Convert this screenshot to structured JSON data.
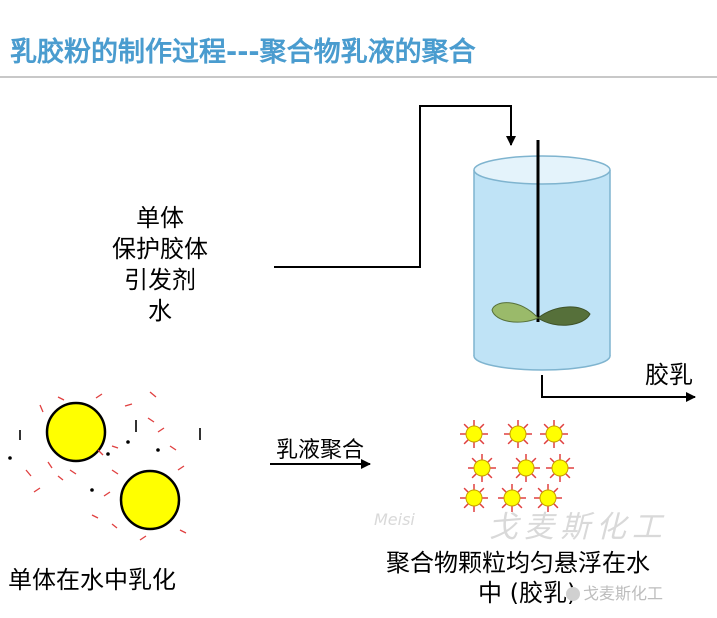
{
  "title": "乳胶粉的制作过程---聚合物乳液的聚合",
  "inputs": [
    "单体",
    "保护胶体",
    "引发剂",
    "水"
  ],
  "output_label": "胶乳",
  "step_arrow_label": "乳液聚合",
  "left_caption": "单体在水中乳化",
  "right_caption_line1": "聚合物颗粒均匀悬浮在水",
  "right_caption_line2": "中 (胶乳)",
  "watermark": {
    "logo_text": "Meisi",
    "main_text": "戈麦斯化工",
    "small_text": "戈麦斯化工"
  },
  "colors": {
    "title": "#4a9ccf",
    "tank_fill": "#bfe3f6",
    "tank_stroke": "#7fb4cf",
    "particle_fill": "#ffff00",
    "spike": "#e04040",
    "blade_light": "#9aba6a",
    "blade_dark": "#56703a"
  }
}
